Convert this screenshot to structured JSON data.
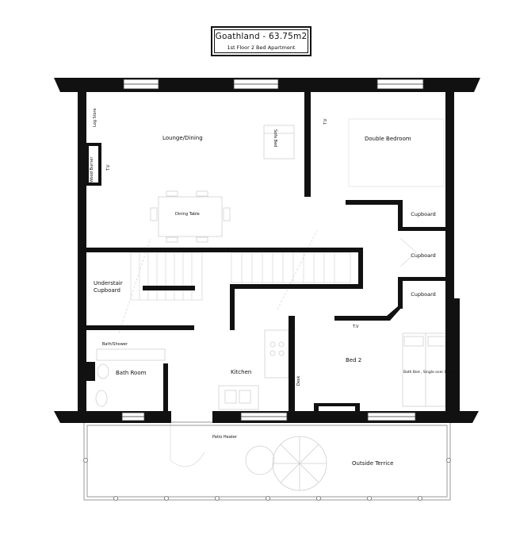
{
  "title": {
    "main": "Goathland - 63.75m2",
    "sub": "1st Floor 2 Bed Apartment"
  },
  "rooms": {
    "lounge": "Lounge/Dining",
    "double_bedroom": "Double Bedroom",
    "cupboard1": "Cupboard",
    "cupboard2": "Cupboard",
    "cupboard3": "Cupboard",
    "understair_1": "Understair",
    "understair_2": "Cupboard",
    "bath_room": "Bath Room",
    "kitchen": "Kitchen",
    "bed2": "Bed 2",
    "terrace": "Outside Terrice"
  },
  "furniture": {
    "log_store": "Log Store",
    "wood_burner": "Wood Burner",
    "tv_lounge": "T.V",
    "sofa_bed": "Sofa Bed",
    "tv_bedroom": "T.V",
    "dining_table": "Dining Table",
    "bath_shower": "Bath/Shower",
    "tv_bed2": "T.V",
    "desk": "Desk",
    "bath_bed": "Bath Bed , Single over Double",
    "patio_heater": "Patio Heater"
  },
  "colors": {
    "wall": "#111111",
    "furniture_line": "#c8c8c8",
    "window": "#555555"
  }
}
